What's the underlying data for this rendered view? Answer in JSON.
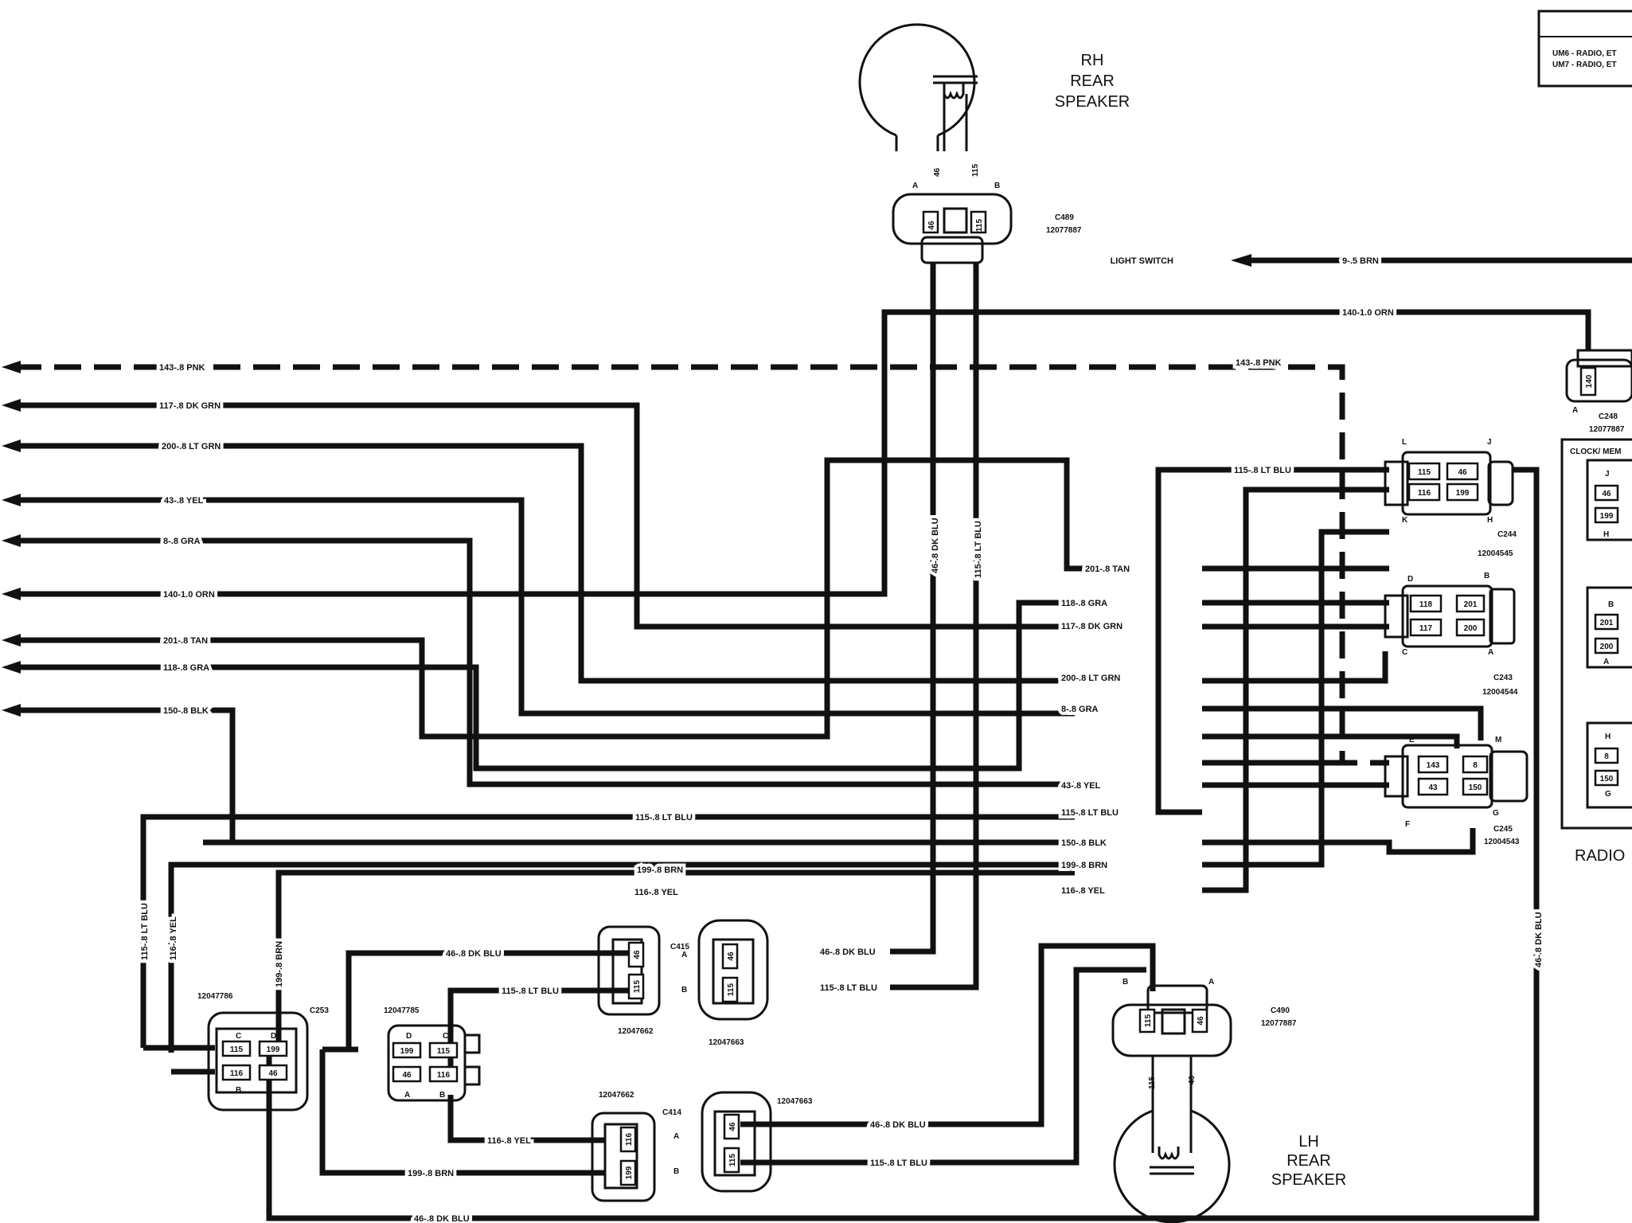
{
  "components": {
    "rh_speaker": {
      "line1": "RH",
      "line2": "REAR",
      "line3": "SPEAKER"
    },
    "lh_speaker": {
      "line1": "LH",
      "line2": "REAR",
      "line3": "SPEAKER"
    },
    "radio_label": "RADIO",
    "clock_label": "CLOCK/ MEM",
    "light_switch": "LIGHT SWITCH",
    "legend_lines": [
      "UM6 - RADIO, ET",
      "UM7 - RADIO, ET"
    ]
  },
  "connectors": {
    "c489": {
      "name": "C489",
      "part": "12077887",
      "pin_a": "A",
      "pin_b": "B",
      "w1": "46",
      "w2": "115"
    },
    "c490": {
      "name": "C490",
      "part": "12077887",
      "pin_a": "A",
      "pin_b": "B",
      "w1": "115",
      "w2": "46"
    },
    "c244": {
      "name": "C244",
      "part": "12004545",
      "pins": [
        "L",
        "J",
        "K",
        "H"
      ],
      "cells": [
        "115",
        "46",
        "116",
        "199"
      ]
    },
    "c243": {
      "name": "C243",
      "part": "12004544",
      "pins": [
        "D",
        "B",
        "C",
        "A"
      ],
      "cells": [
        "118",
        "201",
        "117",
        "200"
      ]
    },
    "c245": {
      "name": "C245",
      "part": "12004543",
      "pins": [
        "E",
        "M",
        "F",
        "G"
      ],
      "cells": [
        "143",
        "8",
        "43",
        "150"
      ]
    },
    "c248": {
      "name": "C248",
      "part": "12077887",
      "pin_a": "A",
      "cell": "140"
    },
    "c253": {
      "name": "C253",
      "part": "12047786",
      "pins": [
        "C",
        "D",
        "B"
      ],
      "cells": [
        "115",
        "199",
        "116",
        "46"
      ]
    },
    "c253b": {
      "part": "12047785",
      "pins": [
        "D",
        "C",
        "A",
        "B"
      ],
      "cells": [
        "199",
        "115",
        "46",
        "116"
      ]
    },
    "c415": {
      "name": "C415",
      "part_left": "12047662",
      "part_right": "12047663",
      "pin_a": "A",
      "pin_b": "B",
      "cells_left": [
        "46",
        "115"
      ],
      "cells_right": [
        "46",
        "115"
      ]
    },
    "c414": {
      "name": "C414",
      "part_left": "12047662",
      "part_right": "12047663",
      "pin_a": "A",
      "pin_b": "B",
      "cells_left": [
        "116",
        "199"
      ],
      "cells_right": [
        "46",
        "115"
      ]
    },
    "radio": {
      "pins": [
        "J",
        "H",
        "B",
        "A",
        "H",
        "G"
      ],
      "cells": [
        "46",
        "199",
        "201",
        "200",
        "8",
        "150"
      ]
    }
  },
  "wire_labels": {
    "pnk_left": "143-.8 PNK",
    "pnk_right": "143-.8 PNK",
    "dkgrn_left": "117-.8 DK GRN",
    "ltgrn_left": "200-.8 LT GRN",
    "yel_left": "43-.8 YEL",
    "gra_left": "8-.8 GRA",
    "orn_left": "140-1.0 ORN",
    "orn_top": "140-1.0 ORN",
    "tan_left": "201-.8 TAN",
    "gra118_left": "118-.8 GRA",
    "blk_left": "150-.8 BLK",
    "brn_top": "9-.5 BRN",
    "ltblu_top": "115-.8 LT BLU",
    "tan_right": "201-.8 TAN",
    "gra118_right": "118-.8 GRA",
    "dkgrn_right": "117-.8 DK GRN",
    "ltgrn_right": "200-.8 LT GRN",
    "gra_right": "8-.8 GRA",
    "yel_right": "43-.8 YEL",
    "ltblu_right": "115-.8 LT BLU",
    "blk_right": "150-.8 BLK",
    "brn_right": "199-.8 BRN",
    "yel116_right": "116-.8 YEL",
    "ltblu_mid": "115-.8 LT BLU",
    "brn_mid": "199-.8 BRN",
    "yel116_mid": "116-.8 YEL",
    "v_dkblu": "46-.8 DK BLU",
    "v_ltblu": "115-.8 LT BLU",
    "v_ltblu_left": "115-.8 LT BLU",
    "v_yel_left": "116-.8 YEL",
    "v_brn_left": "199-.8 BRN",
    "v_dkblu_right": "46-.8 DK BLU",
    "dkblu_c415l": "46-.8 DK BLU",
    "ltblu_c415l": "115-.8 LT BLU",
    "dkblu_c415r": "46-.8 DK BLU",
    "ltblu_c415r": "115-.8 LT BLU",
    "yel_c414l": "116-.8 YEL",
    "brn_c414l": "199-.8 BRN",
    "dkblu_c414r": "46-.8 DK BLU",
    "ltblu_c414r": "115-.8 LT BLU",
    "dkblu_bottom": "46-.8 DK BLU",
    "sp_rh_46": "46",
    "sp_rh_115": "115",
    "sp_lh_115": "115",
    "sp_lh_46": "46"
  }
}
